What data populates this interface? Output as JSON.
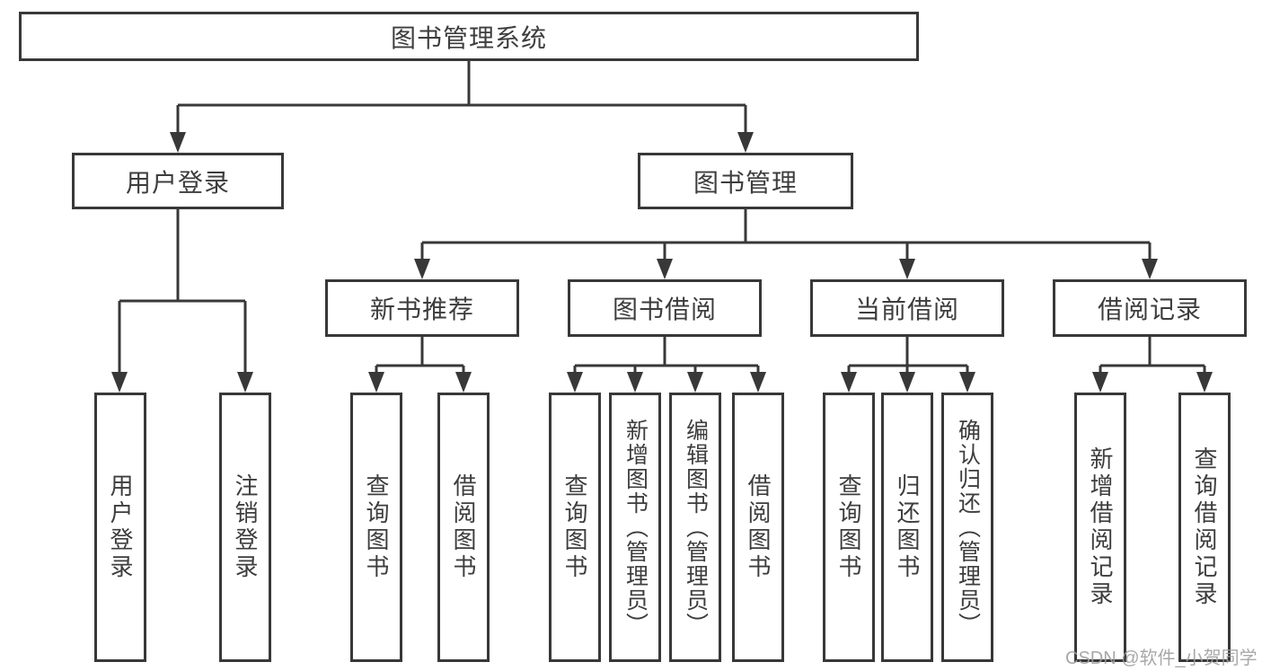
{
  "tree": {
    "label": "图书管理系统",
    "children": [
      {
        "label": "用户登录",
        "children": [
          {
            "label": "用户登录"
          },
          {
            "label": "注销登录"
          }
        ]
      },
      {
        "label": "图书管理",
        "children": [
          {
            "label": "新书推荐",
            "children": [
              {
                "label": "查询图书"
              },
              {
                "label": "借阅图书"
              }
            ]
          },
          {
            "label": "图书借阅",
            "children": [
              {
                "label": "查询图书"
              },
              {
                "label": "新增图书（管理员）"
              },
              {
                "label": "编辑图书（管理员）"
              },
              {
                "label": "借阅图书"
              }
            ]
          },
          {
            "label": "当前借阅",
            "children": [
              {
                "label": "查询图书"
              },
              {
                "label": "归还图书"
              },
              {
                "label": "确认归还（管理员）"
              }
            ]
          },
          {
            "label": "借阅记录",
            "children": [
              {
                "label": "新增借阅记录"
              },
              {
                "label": "查询借阅记录"
              }
            ]
          }
        ]
      }
    ]
  },
  "watermark": "CSDN @软件_小贺同学",
  "colors": {
    "line": "#383838",
    "text": "#3d3d3d",
    "background": "#ffffff",
    "watermark": "#9e9e9e"
  }
}
